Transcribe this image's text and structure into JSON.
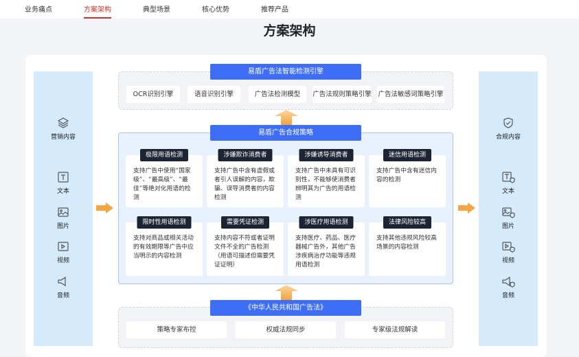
{
  "nav": {
    "items": [
      "业务痛点",
      "方案架构",
      "典型场景",
      "核心优势",
      "推荐产品"
    ],
    "active": 1,
    "accent": "#d0312d"
  },
  "page_title": "方案架构",
  "left_panel": {
    "header": "营销内容",
    "header_icon": "layers-icon",
    "items": [
      {
        "label": "文本",
        "icon": "text-icon"
      },
      {
        "label": "图片",
        "icon": "image-icon"
      },
      {
        "label": "视频",
        "icon": "video-icon"
      },
      {
        "label": "音频",
        "icon": "audio-icon"
      }
    ]
  },
  "right_panel": {
    "header": "合规内容",
    "header_icon": "shield-check-icon",
    "items": [
      {
        "label": "文本",
        "icon": "text-check-icon"
      },
      {
        "label": "图片",
        "icon": "image-check-icon"
      },
      {
        "label": "视频",
        "icon": "video-check-icon"
      },
      {
        "label": "音频",
        "icon": "audio-check-icon"
      }
    ]
  },
  "engine": {
    "label": "易盾广告法智能检测引擎",
    "items": [
      "OCR识别引擎",
      "语音识别引擎",
      "广告法检测模型",
      "广告法规则策略引擎",
      "广告法敏感词策略引擎"
    ]
  },
  "strategy": {
    "label": "易盾广告合规策略",
    "cards": [
      {
        "tag": "极限用语检测",
        "text": "支持广告中使用“国家级”、“最高级”、“最佳”等绝对化用语的检测"
      },
      {
        "tag": "涉嫌欺诈消费者",
        "text": "支持广告中含有虚假或者引人误解的内容，欺骗、误导消费者的内容检测"
      },
      {
        "tag": "涉嫌诱导消费者",
        "text": "支持广告中未具有可识别性，不能够使消费者辨明其为广告的用语检测"
      },
      {
        "tag": "迷信用语检测",
        "text": "支持广告中含有迷信内容的检测"
      },
      {
        "tag": "限时性用语检测",
        "text": "支持对商品或相关活动的有效期限等广告中应当明示的内容检测"
      },
      {
        "tag": "需要凭证检测",
        "text": "支持内容不符或者证明文件不全的广告检测（用语可描述但需要凭证证明）"
      },
      {
        "tag": "涉医疗用语检测",
        "text": "支持医疗、药品、医疗器械广告外，其他广告涉疾病治疗功能等违规用语检测"
      },
      {
        "tag": "法律风险较高",
        "text": "支持其他违规风险较高场景的内容检测"
      }
    ]
  },
  "law": {
    "label": "《中华人民共和国广告法》",
    "items": [
      "策略专家布控",
      "权威法规同步",
      "专家级法规解读"
    ]
  },
  "colors": {
    "primary": "#3e6ef5",
    "arrow": "#f5a542",
    "side_bg": "#d5ebfb"
  }
}
